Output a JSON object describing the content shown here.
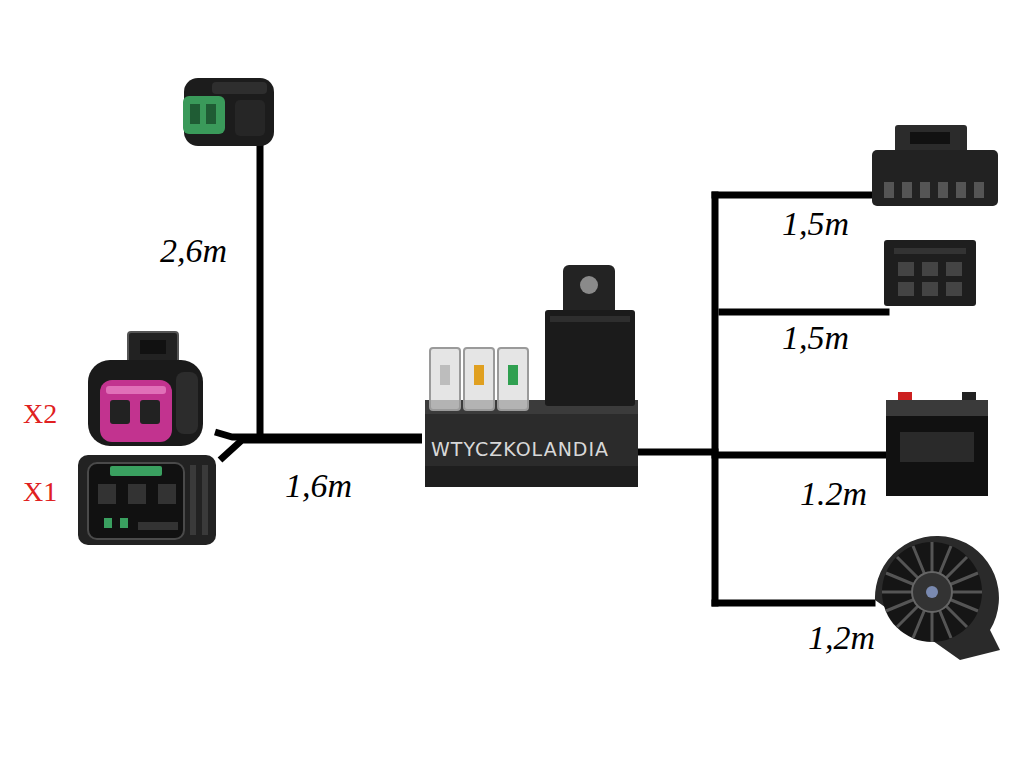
{
  "diagram": {
    "nodes": [
      {
        "text": [
          "X2"
        ]
      },
      {
        "text": [
          "X1"
        ]
      },
      {
        "text": [
          "WTYCZKOLANDIA"
        ]
      }
    ],
    "edges": [
      {
        "from": 0,
        "to": 2,
        "arrow": "none"
      },
      {
        "from": 1,
        "to": 2,
        "arrow": "none"
      }
    ],
    "labels": [
      "2,6m",
      "1,6m",
      "1,5m",
      "1,5m",
      "1.2m",
      "1,2m"
    ]
  }
}
